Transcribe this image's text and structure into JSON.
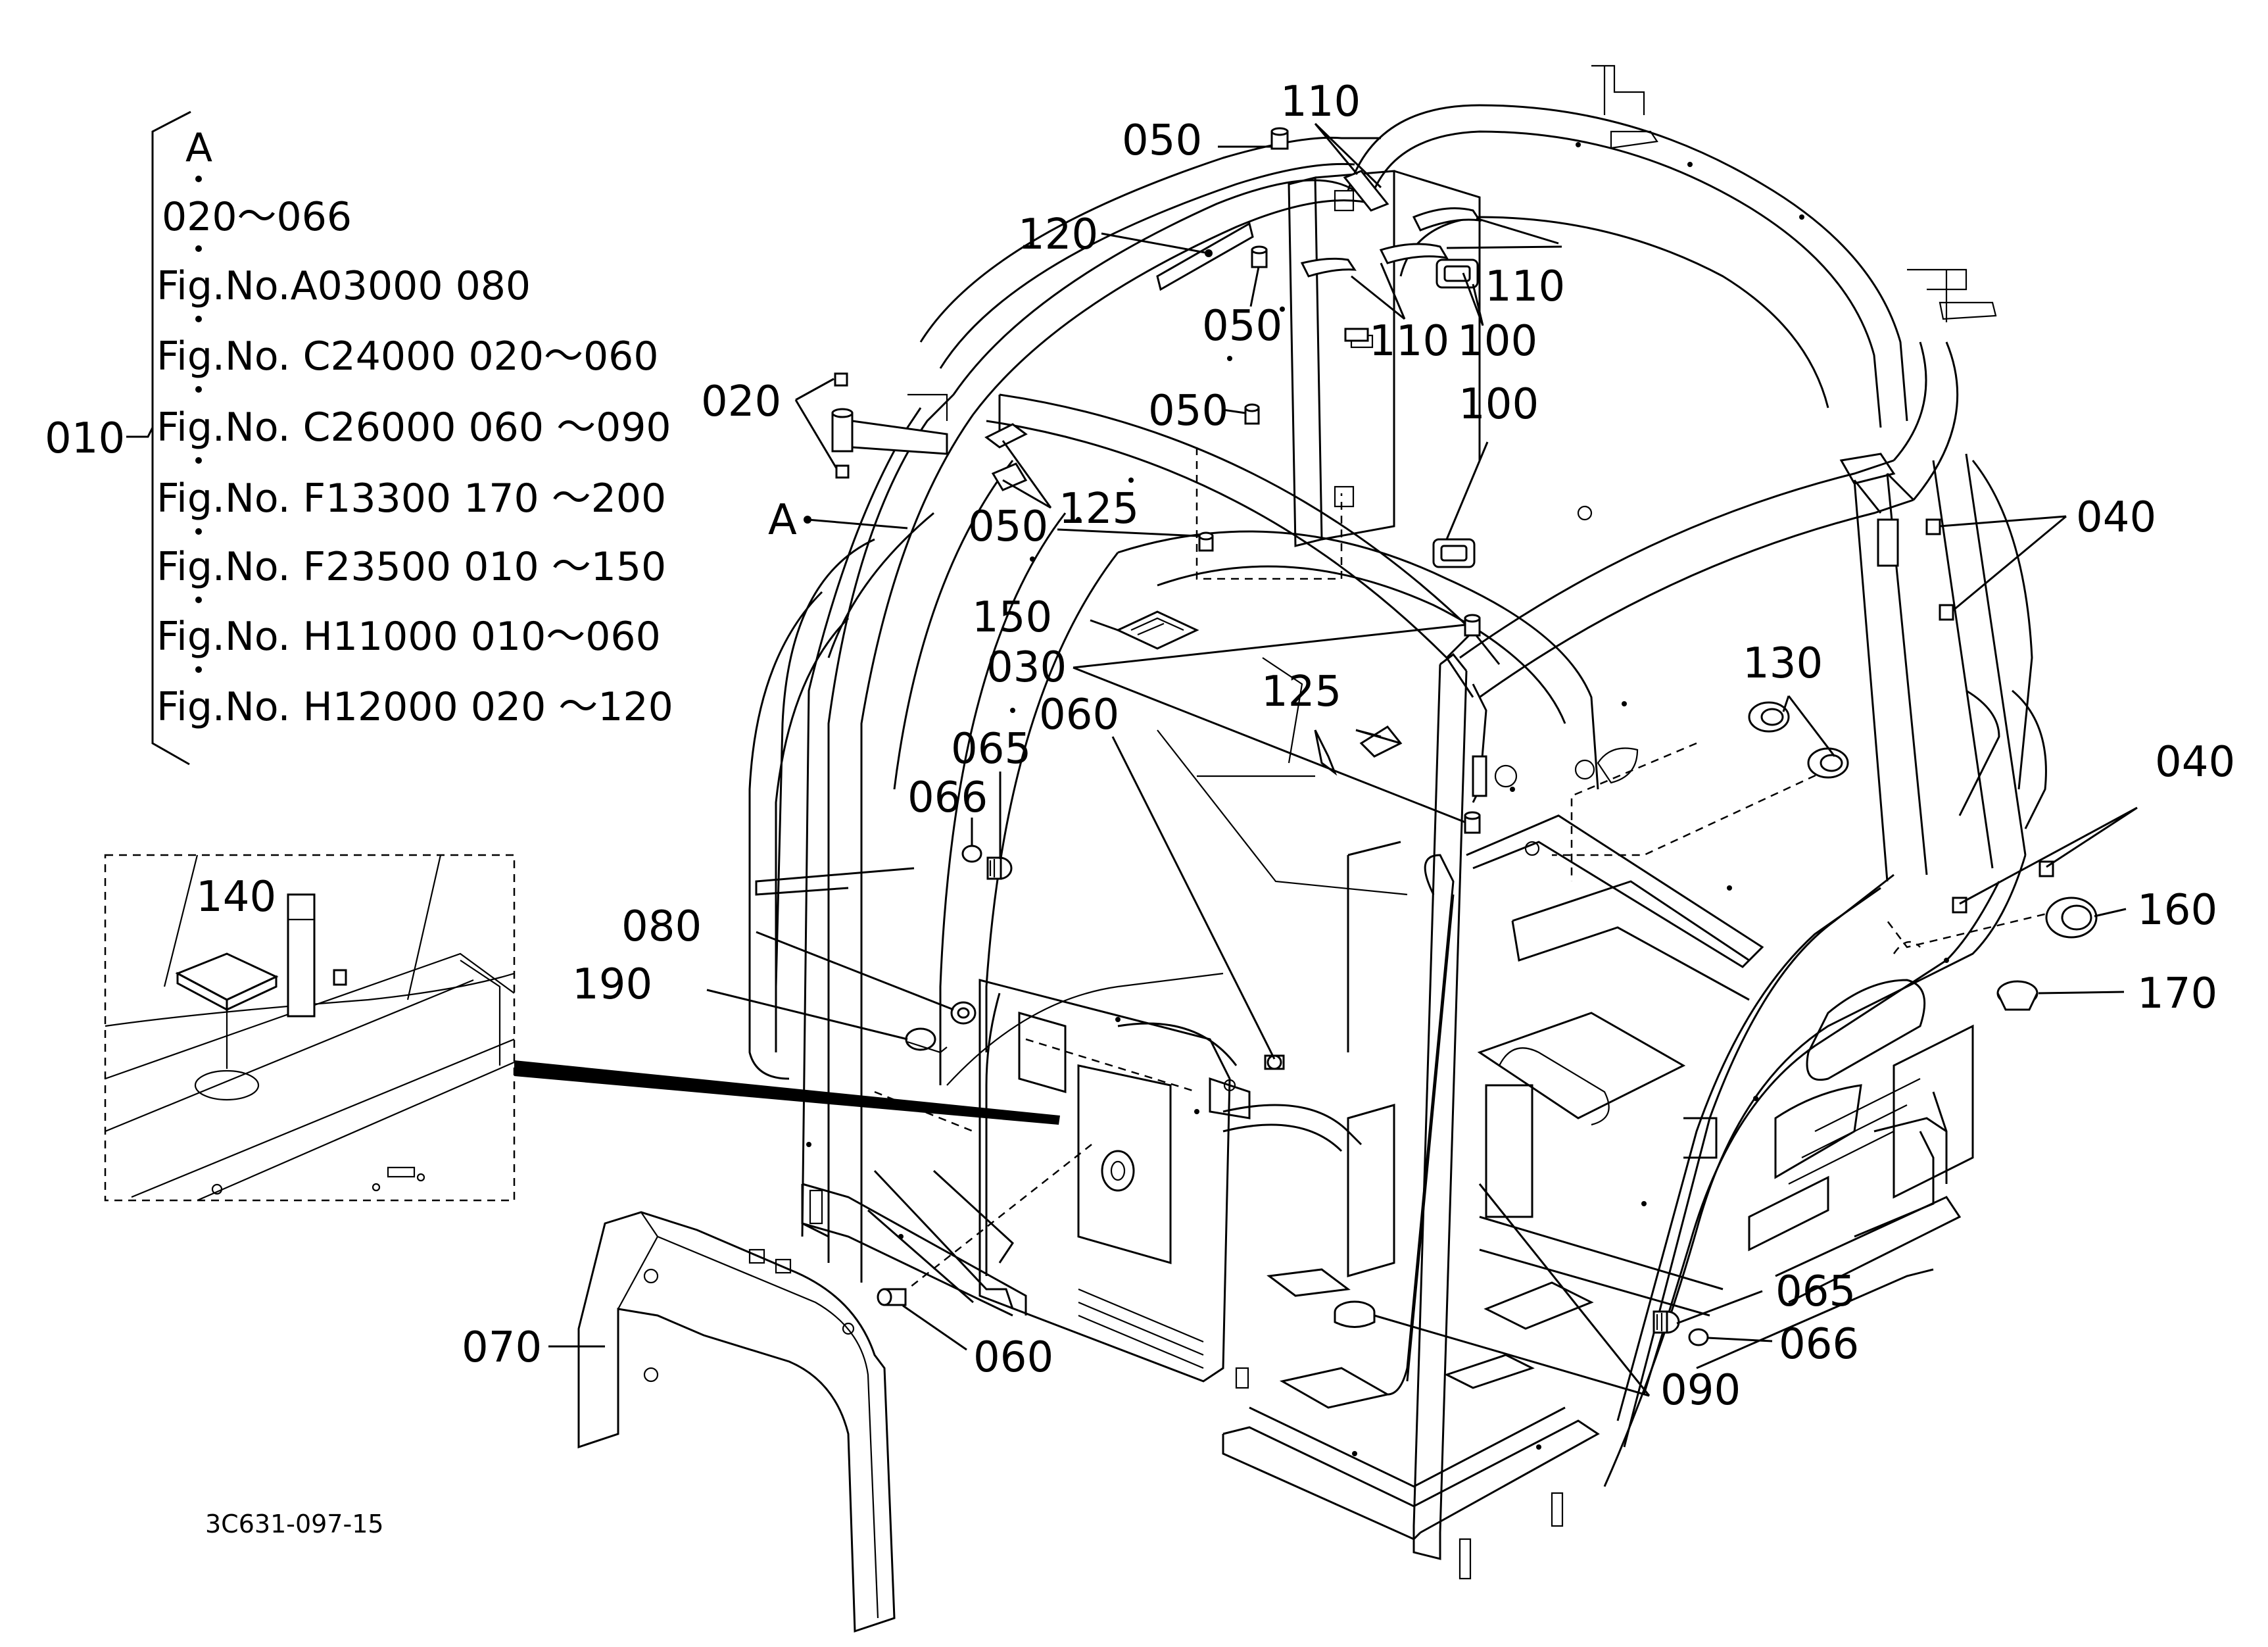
{
  "legend": {
    "letter": "A",
    "range_line": "020～066",
    "group_label": "010",
    "items": [
      "Fig.No.A03000  080",
      "Fig.No. C24000 020～060",
      "Fig.No. C26000 060 ～090",
      "Fig.No. F13300  170 ～200",
      "Fig.No. F23500  010 ～150",
      "Fig.No. H11000 010～060",
      "Fig.No. H12000 020 ～120"
    ]
  },
  "pointer_A": "A",
  "drawing_code": "3C631-097-15",
  "callouts": [
    "050",
    "110",
    "120",
    "050",
    "110",
    "110",
    "100",
    "020",
    "050",
    "100",
    "125",
    "050",
    "040",
    "150",
    "030",
    "125",
    "130",
    "060",
    "065",
    "066",
    "040",
    "160",
    "080",
    "190",
    "170",
    "140",
    "065",
    "066",
    "070",
    "060",
    "090"
  ]
}
